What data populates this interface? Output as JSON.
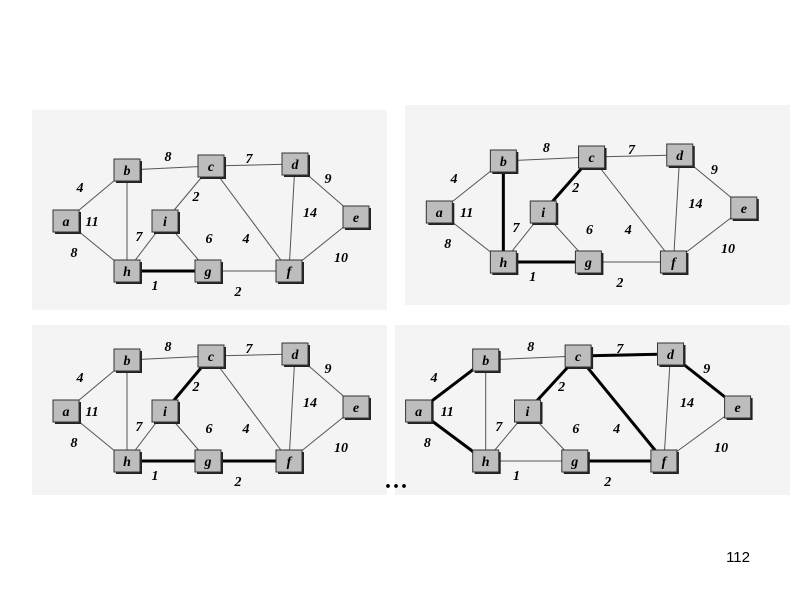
{
  "graph": {
    "nodes": [
      "a",
      "b",
      "c",
      "d",
      "e",
      "f",
      "g",
      "h",
      "i"
    ],
    "edges": [
      {
        "id": "ab",
        "from": "a",
        "to": "b",
        "weight": "4"
      },
      {
        "id": "ah",
        "from": "a",
        "to": "h",
        "weight": "8"
      },
      {
        "id": "bh",
        "from": "b",
        "to": "h",
        "weight": "11"
      },
      {
        "id": "bc",
        "from": "b",
        "to": "c",
        "weight": "8"
      },
      {
        "id": "hi",
        "from": "h",
        "to": "i",
        "weight": "7"
      },
      {
        "id": "hg",
        "from": "h",
        "to": "g",
        "weight": "1"
      },
      {
        "id": "ci",
        "from": "c",
        "to": "i",
        "weight": "2"
      },
      {
        "id": "ig",
        "from": "i",
        "to": "g",
        "weight": "6"
      },
      {
        "id": "cd",
        "from": "c",
        "to": "d",
        "weight": "7"
      },
      {
        "id": "cf",
        "from": "c",
        "to": "f",
        "weight": "4"
      },
      {
        "id": "gf",
        "from": "g",
        "to": "f",
        "weight": "2"
      },
      {
        "id": "de",
        "from": "d",
        "to": "e",
        "weight": "9"
      },
      {
        "id": "df",
        "from": "d",
        "to": "f",
        "weight": "14"
      },
      {
        "id": "ef",
        "from": "e",
        "to": "f",
        "weight": "10"
      }
    ]
  },
  "panels": [
    {
      "id": "step-1",
      "highlighted_edges": [
        "hg"
      ]
    },
    {
      "id": "step-2",
      "highlighted_edges": [
        "hg",
        "ci",
        "bh"
      ]
    },
    {
      "id": "step-3",
      "highlighted_edges": [
        "hg",
        "ci",
        "gf"
      ]
    },
    {
      "id": "step-4",
      "highlighted_edges": [
        "ab",
        "ah",
        "ci",
        "cd",
        "cf",
        "de",
        "gf"
      ]
    }
  ],
  "ellipsis": "...",
  "page_number": "112"
}
